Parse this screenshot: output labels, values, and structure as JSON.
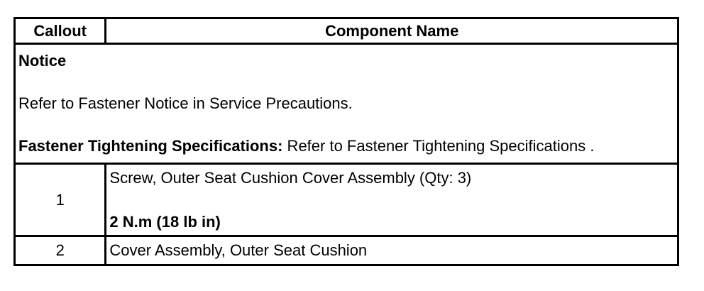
{
  "table": {
    "headers": {
      "callout": "Callout",
      "component_name": "Component Name"
    },
    "notice": {
      "heading": "Notice",
      "text": "Refer to Fastener Notice in Service Precautions.",
      "spec_label": "Fastener Tightening Specifications:",
      "spec_text": " Refer to Fastener Tightening Specifications ."
    },
    "rows": [
      {
        "callout": "1",
        "description": "Screw, Outer Seat Cushion Cover Assembly (Qty: 3)",
        "torque": "2 N.m (18 lb in)"
      },
      {
        "callout": "2",
        "description": "Cover Assembly, Outer Seat Cushion"
      }
    ]
  }
}
